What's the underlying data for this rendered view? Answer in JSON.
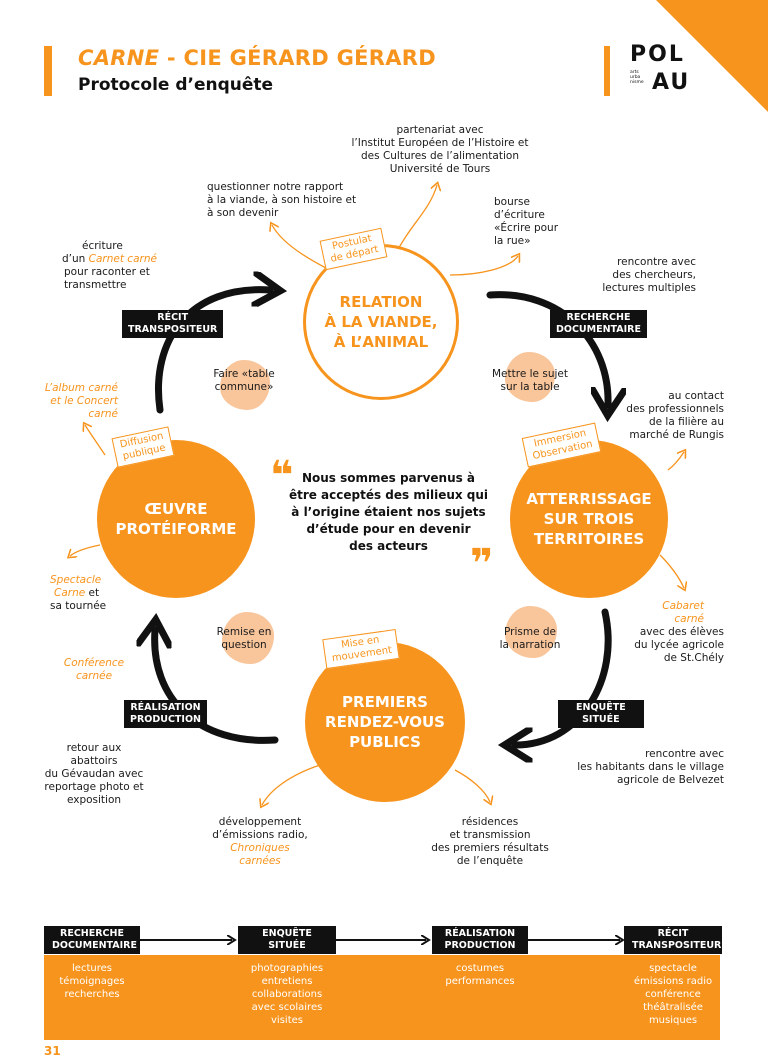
{
  "header": {
    "title_italic": "CARNE",
    "title_rest": " - CIE GÉRARD GÉRARD",
    "subtitle": "Protocole d’enquête",
    "logo_top": "POL",
    "logo_bottom": "AU",
    "logo_small": "arts\nurba\nnisme"
  },
  "center_quote": "Nous sommes parvenus à\nêtre acceptés des milieux qui\nà l’origine étaient nos sujets\nd’étude pour en devenir\ndes acteurs",
  "circles": {
    "top": "RELATION\nÀ LA VIANDE,\nÀ L’ANIMAL",
    "right": "ATTERRISSAGE\nSUR TROIS\nTERRITOIRES",
    "bottom": "PREMIERS\nRENDEZ-VOUS\nPUBLICS",
    "left": "ŒUVRE\nPROTÉIFORME"
  },
  "tags": {
    "top": "Postulat\nde départ",
    "right": "Immersion\nObservation",
    "bottom": "Mise en\nmouvement",
    "left": "Diffusion\npublique"
  },
  "black_labels": {
    "recit": "RÉCIT\nTRANSPOSITEUR",
    "recherche": "RECHERCHE\nDOCUMENTAIRE",
    "enquete": "ENQUÊTE\nSITUÉE",
    "realisation": "RÉALISATION\nPRODUCTION"
  },
  "blobs": {
    "top_left": "Faire «table\ncommune»",
    "top_right": "Mettre le sujet\nsur la table",
    "bottom_left": "Remise en\nquestion",
    "bottom_right": "Prisme de\nla narration"
  },
  "notes": {
    "partenariat": "partenariat avec\nl’Institut Européen de l’Histoire et\ndes Cultures de l’alimentation\nUniversité de Tours",
    "questionner": "questionner notre rapport\nà la viande, à son histoire et\nà son devenir",
    "bourse": "bourse\nd’écriture\n«Écrire pour\nla rue»",
    "ecriture_a": "écriture",
    "ecriture_b": "d’un ",
    "ecriture_c": "Carnet carné",
    "ecriture_d": "pour raconter et\ntransmettre",
    "rencontre_chercheurs": "rencontre avec\ndes chercheurs,\nlectures multiples",
    "album": "L’album carné\net le Concert\ncarné",
    "contact": "au contact\ndes professionnels\nde la filière au\nmarché de Rungis",
    "spectacle_a": "Spectacle",
    "spectacle_b": "Carne",
    "spectacle_c": " et",
    "spectacle_d": "sa tournée",
    "cabaret_a": "Cabaret\ncarné",
    "cabaret_b": "avec des élèves\ndu lycée agricole\nde St.Chély",
    "conference": "Conférence\ncarnée",
    "retour": "retour aux abattoirs\ndu Gévaudan avec\nreportage photo et\nexposition",
    "rencontre_habitants": "rencontre avec\nles habitants dans le village\nagricole de Belvezet",
    "developpement_a": "développement\nd’émissions radio,",
    "developpement_b": "Chroniques\ncarnées",
    "residences": "résidences\net transmission\ndes premiers résultats\nde l’enquête"
  },
  "bottom_steps": [
    {
      "label": "RECHERCHE\nDOCUMENTAIRE",
      "items": "lectures\ntémoignages\nrecherches"
    },
    {
      "label": "ENQUÊTE\nSITUÉE",
      "items": "photographies\nentretiens\ncollaborations\navec scolaires\nvisites"
    },
    {
      "label": "RÉALISATION\nPRODUCTION",
      "items": "costumes\nperformances"
    },
    {
      "label": "RÉCIT\nTRANSPOSITEUR",
      "items": "spectacle\némissions radio\nconférence\nthéâtralisée\nmusiques"
    }
  ],
  "page_number": "31",
  "colors": {
    "accent": "#f7941d",
    "blob": "#f9c59b",
    "dark": "#111111"
  }
}
